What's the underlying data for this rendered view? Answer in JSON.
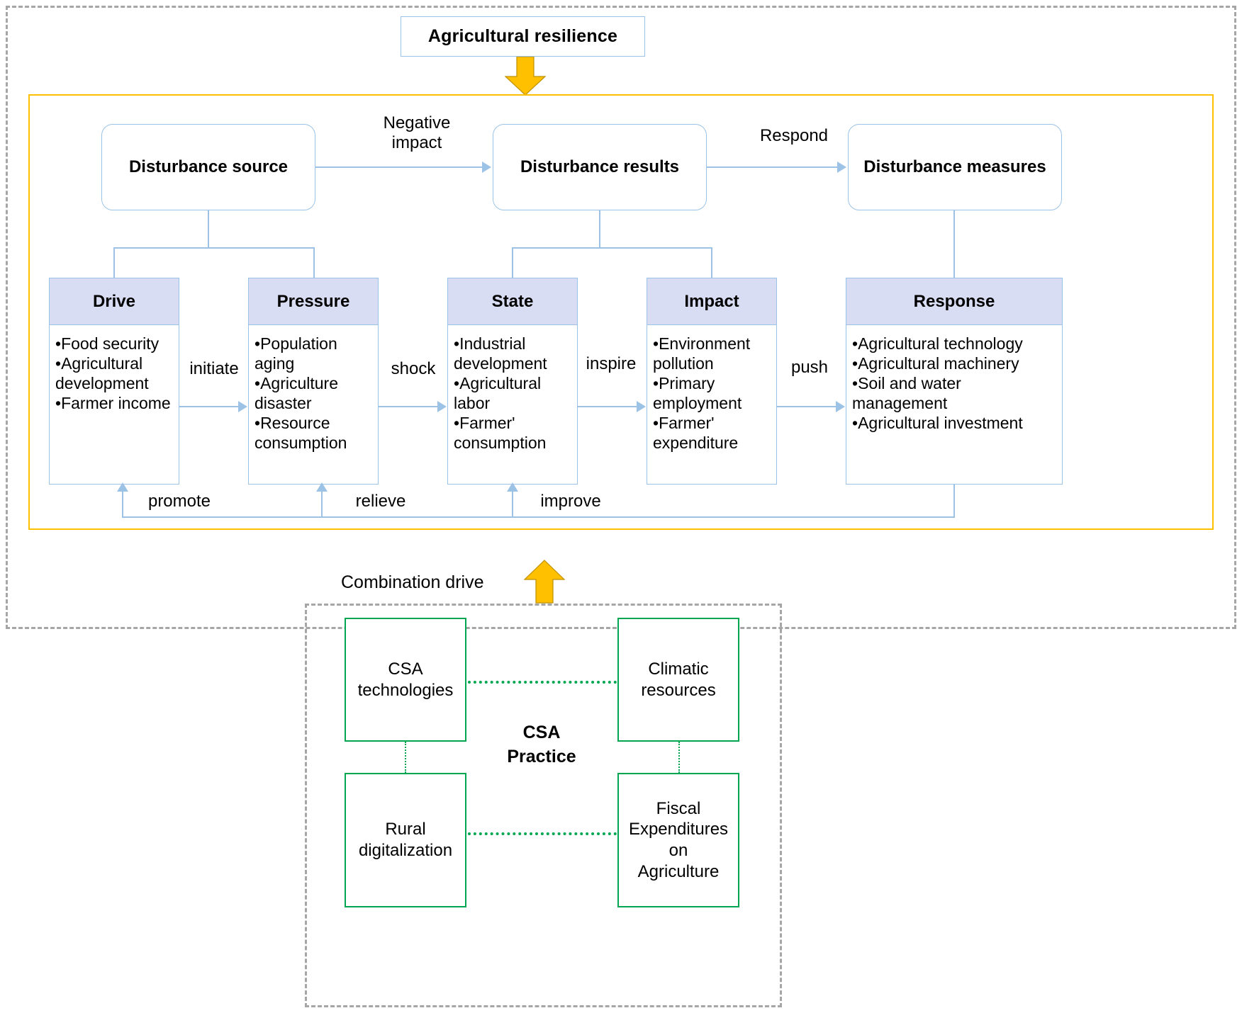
{
  "title": {
    "text": "Agricultural resilience"
  },
  "top_level": {
    "source": "Disturbance source",
    "results": "Disturbance results",
    "measures": "Disturbance measures",
    "edge_negative_impact_line1": "Negative",
    "edge_negative_impact_line2": "impact",
    "edge_respond": "Respond"
  },
  "dpsir": {
    "columns": [
      {
        "key": "drive",
        "header": "Drive",
        "items": [
          "Food security",
          "Agricultural development",
          "Farmer income"
        ]
      },
      {
        "key": "pressure",
        "header": "Pressure",
        "items": [
          "Population aging",
          "Agriculture disaster",
          "Resource consumption"
        ]
      },
      {
        "key": "state",
        "header": "State",
        "items": [
          "Industrial development",
          "Agricultural labor",
          "Farmer' consumption"
        ]
      },
      {
        "key": "impact",
        "header": "Impact",
        "items": [
          "Environment pollution",
          "Primary employment",
          "Farmer' expenditure"
        ]
      },
      {
        "key": "response",
        "header": "Response",
        "items": [
          "Agricultural technology",
          "Agricultural  machinery",
          "Soil and water management",
          "Agricultural investment"
        ]
      }
    ],
    "forward_labels": [
      "initiate",
      "shock",
      "inspire",
      "push"
    ],
    "feedback_labels": [
      "promote",
      "relieve",
      "improve"
    ]
  },
  "bottom": {
    "combination_drive": "Combination drive",
    "csa_practice_line1": "CSA",
    "csa_practice_line2": "Practice",
    "boxes": [
      {
        "key": "csa-tech",
        "line1": "CSA",
        "line2": "technologies"
      },
      {
        "key": "csa-clim",
        "line1": "Climatic",
        "line2": "resources"
      },
      {
        "key": "csa-rural",
        "line1": "Rural",
        "line2": "digitalization"
      },
      {
        "key": "csa-fiscal",
        "line1": "Fiscal",
        "line2": "Expenditures",
        "line3": "on",
        "line4": "Agriculture"
      }
    ]
  },
  "colors": {
    "blue_line": "#9cc3e5",
    "header_fill": "#d9ddf3",
    "yellow_frame": "#ffc000",
    "green_box": "#00a650",
    "dashed_gray": "#a6a6a6"
  }
}
